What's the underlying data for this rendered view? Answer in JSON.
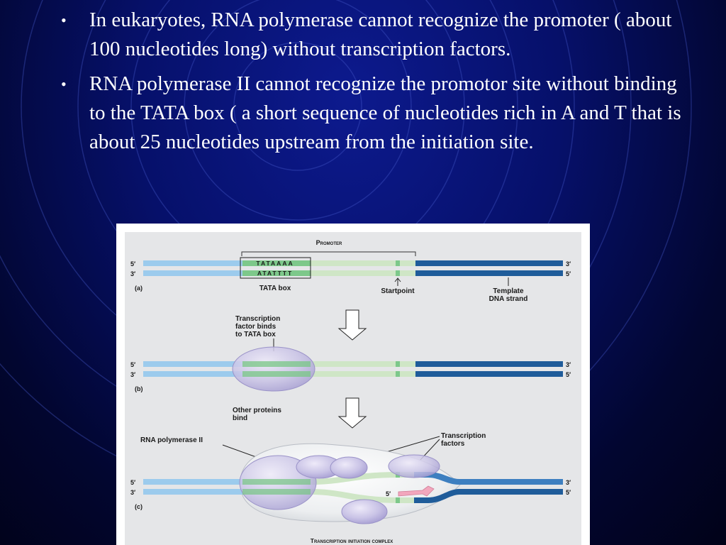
{
  "bullets": [
    "In eukaryotes, RNA polymerase cannot recognize the promoter ( about 100 nucleotides long) without transcription factors.",
    "RNA polymerase II cannot recognize the promotor site without binding to the TATA box ( a short sequence of nucleotides rich in A and T that is about 25 nucleotides upstream from the initiation site."
  ],
  "bullet_symbol": "•",
  "figure": {
    "promoter_label": "Promoter",
    "strand_5": "5′",
    "strand_3": "3′",
    "tata_top": "TATAAAA",
    "tata_bottom": "ATATTTT",
    "panel_a": "(a)",
    "tata_box_label": "TATA box",
    "startpoint_label": "Startpoint",
    "template_label_1": "Template",
    "template_label_2": "DNA strand",
    "tf_binds_1": "Transcription",
    "tf_binds_2": "factor binds",
    "tf_binds_3": "to TATA box",
    "panel_b": "(b)",
    "other_proteins_1": "Other proteins",
    "other_proteins_2": "bind",
    "rna_pol_label": "RNA polymerase II",
    "tfactors_1": "Transcription",
    "tfactors_2": "factors",
    "rna_5prime": "5′",
    "panel_c": "(c)",
    "complex_label": "Transcription initiation complex"
  },
  "colors": {
    "background": "#06106a",
    "dna_light_blue": "#9ccbed",
    "dna_green": "#7dc88a",
    "dna_pale_green": "#cfe6c6",
    "dna_dark_blue": "#1f5c9a",
    "protein_lavender": "#c9c3e6",
    "rna_pink": "#f2a7bd"
  }
}
